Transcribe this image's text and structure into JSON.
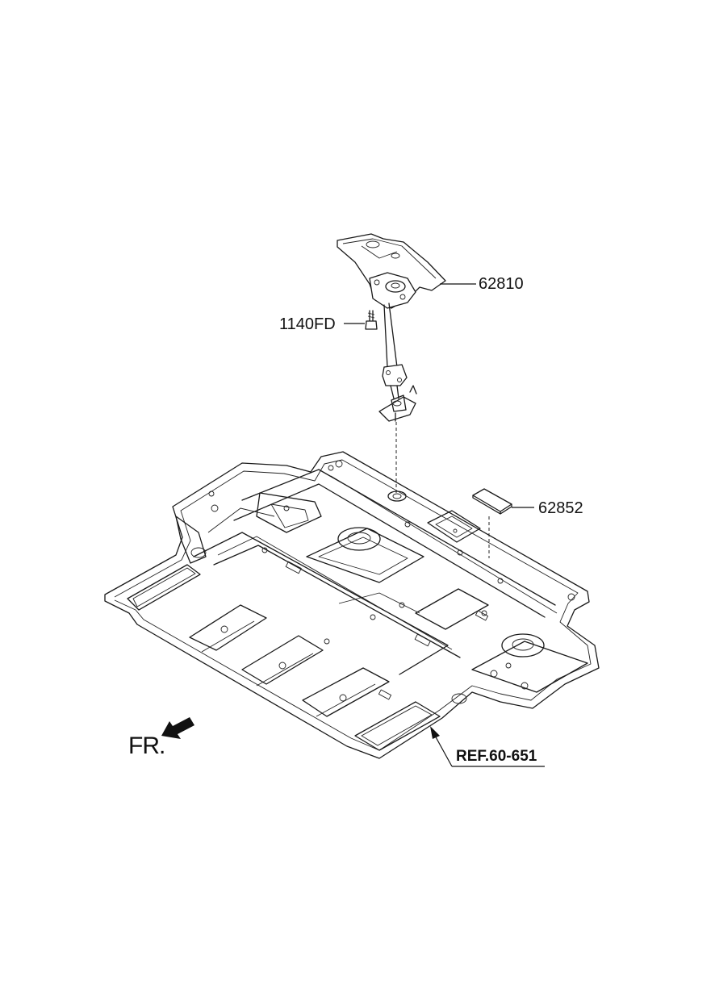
{
  "parts": {
    "carrier_assembly": "62810",
    "bolt": "1140FD",
    "label_pad": "62852"
  },
  "reference": "REF.60-651",
  "direction": "FR."
}
